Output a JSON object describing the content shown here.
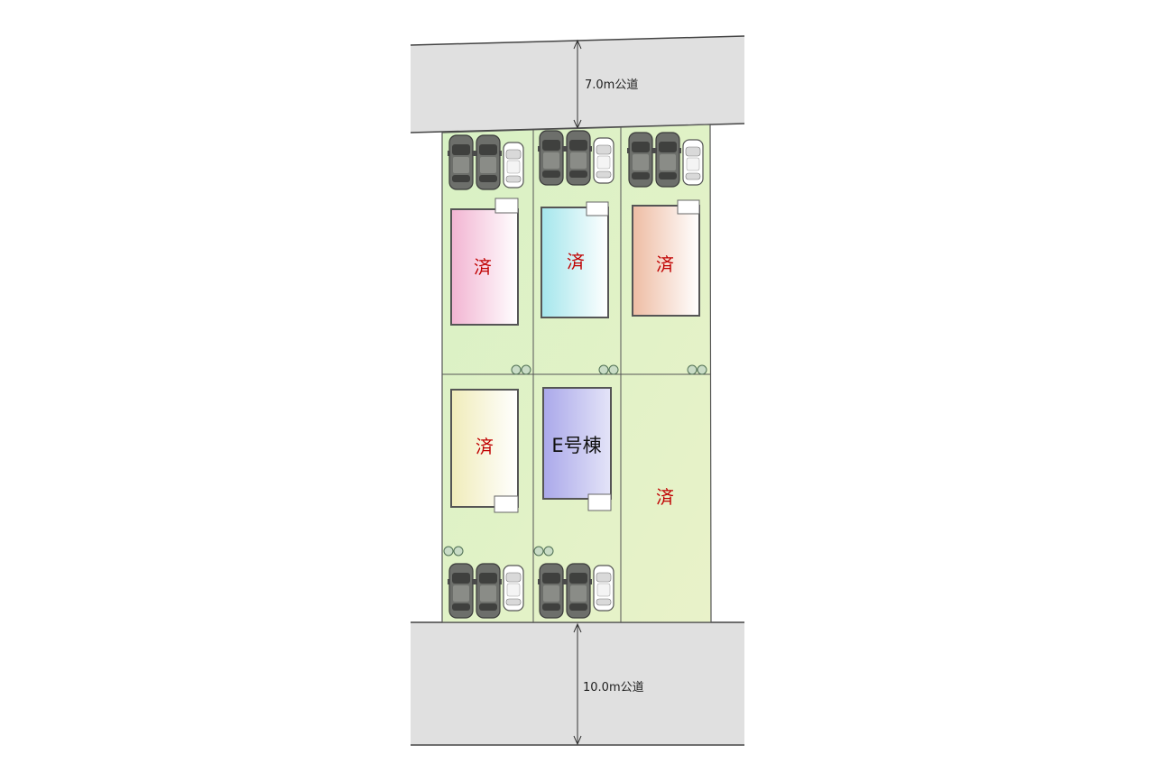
{
  "roads": {
    "north": {
      "label": "7.0m公道"
    },
    "south": {
      "label": "10.0m公道"
    }
  },
  "lots": [
    {
      "id": "A",
      "label": "済",
      "status": "sold",
      "house_color": "#f2b8d4"
    },
    {
      "id": "B",
      "label": "済",
      "status": "sold",
      "house_color": "#a8e8ee"
    },
    {
      "id": "C",
      "label": "済",
      "status": "sold",
      "house_color": "#efc3ad"
    },
    {
      "id": "D",
      "label": "済",
      "status": "sold",
      "house_color": "#f1eec1"
    },
    {
      "id": "E",
      "label": "E号棟",
      "status": "available",
      "house_color": "#b3b2ec"
    },
    {
      "id": "F",
      "label": "済",
      "status": "sold",
      "house_color": null
    }
  ],
  "colors": {
    "road": "#e0e0e0",
    "lot_fill": "#dff0c2",
    "lot_border": "#555555",
    "sold_text": "#c00000",
    "car_dark": "#6d6f6b",
    "car_light": "#ffffff"
  }
}
